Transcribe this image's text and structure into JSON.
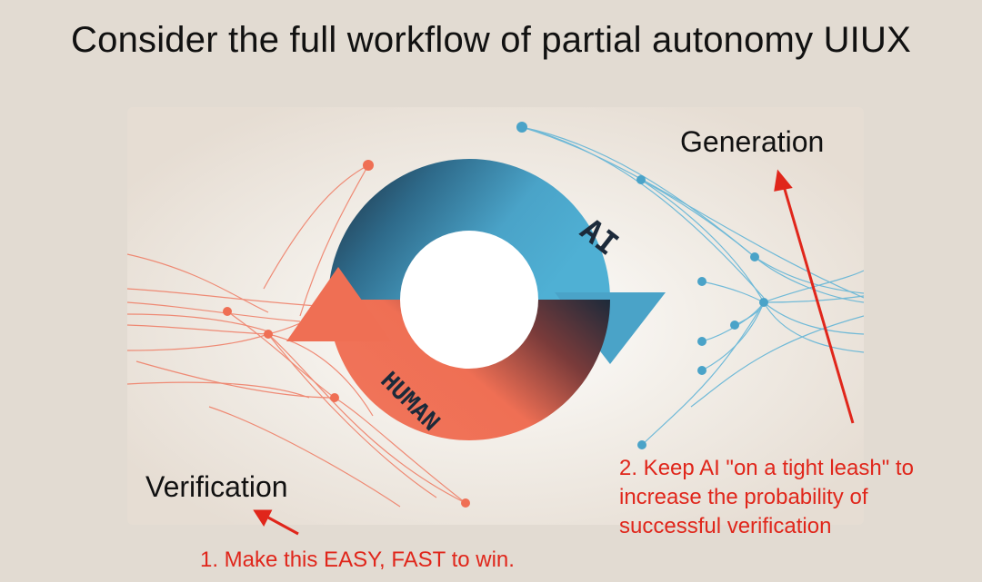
{
  "slide": {
    "title": "Consider the full workflow of partial autonomy UIUX"
  },
  "diagram": {
    "ai_label": "AI",
    "human_label": "HUMAN",
    "ai_color": "#4aa3c8",
    "human_color": "#ef6f54",
    "dark_color": "#1c2a3a"
  },
  "labels": {
    "generation": "Generation",
    "verification": "Verification"
  },
  "notes": {
    "note1": "1. Make this EASY, FAST to win.",
    "note2_line1": "2. Keep AI \"on a tight leash\" to",
    "note2_line2": "increase the probability of",
    "note2_line3": "successful verification",
    "arrow_color": "#e0261b"
  }
}
